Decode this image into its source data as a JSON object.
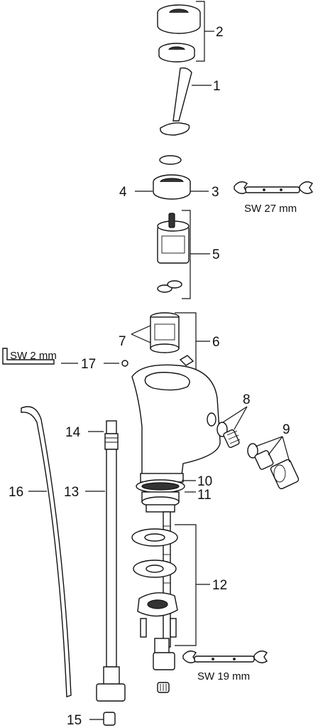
{
  "callouts": {
    "c1": "1",
    "c2": "2",
    "c3": "3",
    "c4": "4",
    "c5": "5",
    "c6": "6",
    "c7": "7",
    "c8": "8",
    "c9": "9",
    "c10": "10",
    "c11": "11",
    "c12": "12",
    "c13": "13",
    "c14": "14",
    "c15": "15",
    "c16": "16",
    "c17": "17"
  },
  "tools": {
    "wrench_top": "SW 27 mm",
    "wrench_bottom": "SW 19 mm",
    "hex_key": "SW 2 mm"
  },
  "colors": {
    "line": "#111111",
    "background": "#ffffff"
  }
}
